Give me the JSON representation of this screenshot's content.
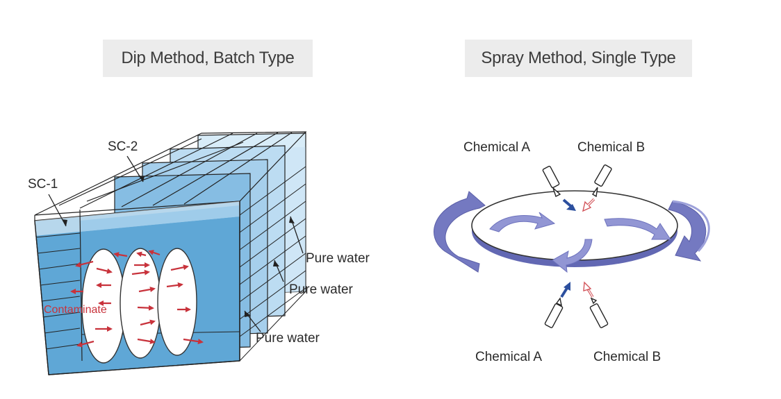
{
  "titles": {
    "dip": "Dip Method, Batch Type",
    "spray": "Spray Method, Single Type"
  },
  "dip_labels": {
    "sc1": "SC-1",
    "sc2": "SC-2",
    "contaminate": "Contaminate",
    "pure_water_1": "Pure water",
    "pure_water_2": "Pure water",
    "pure_water_3": "Pure water"
  },
  "spray_labels": {
    "top_a": "Chemical A",
    "top_b": "Chemical B",
    "bottom_a": "Chemical A",
    "bottom_b": "Chemical B"
  },
  "colors": {
    "water_dark": "#5fa7d6",
    "water_light": "#cfe6f6",
    "contaminant_arrow": "#c8323b",
    "chemical_a": "#2c4f9e",
    "chemical_b": "#d2545a",
    "spin_arrow": "#8a8fce",
    "title_bg": "#ececec"
  }
}
